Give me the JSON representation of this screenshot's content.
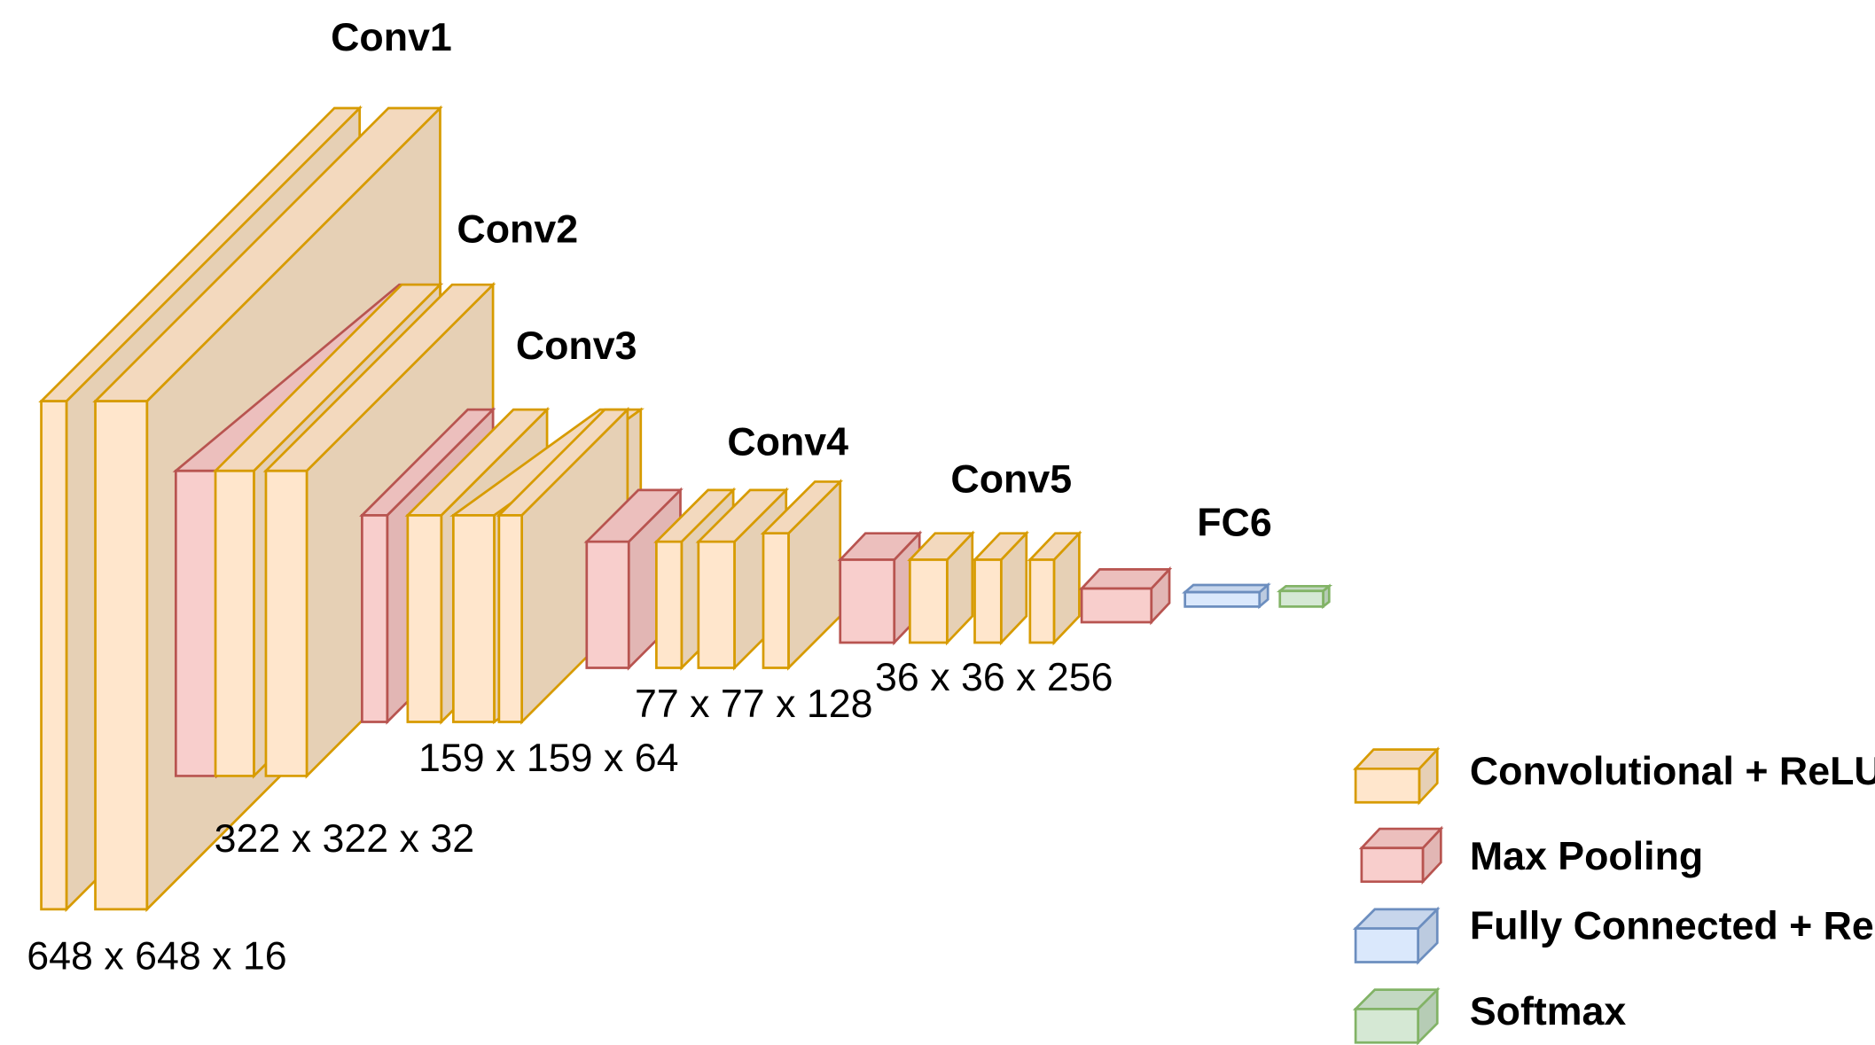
{
  "colors": {
    "conv": {
      "front": "#ffe6cc",
      "top": "#f3d9be",
      "side": "#e6d0b5",
      "stroke": "#d79b00"
    },
    "pool": {
      "front": "#f8cecc",
      "top": "#ecbfbd",
      "side": "#e2b6b4",
      "stroke": "#b85450"
    },
    "fc": {
      "front": "#dae8fc",
      "top": "#c7d6ec",
      "side": "#bccbe0",
      "stroke": "#6c8ebf"
    },
    "softmax": {
      "front": "#d5e8d4",
      "top": "#c3d8c2",
      "side": "#b6ccb5",
      "stroke": "#82b366"
    }
  },
  "stages": [
    {
      "name": "Conv1",
      "dims": "648 x 648 x 16"
    },
    {
      "name": "Conv2",
      "dims": "322 x 322 x 32"
    },
    {
      "name": "Conv3",
      "dims": "159 x 159 x 64"
    },
    {
      "name": "Conv4",
      "dims": "77 x 77 x 128"
    },
    {
      "name": "Conv5",
      "dims": "36 x 36 x 256"
    },
    {
      "name": "FC6",
      "dims": ""
    }
  ],
  "layers": [
    {
      "type": "conv"
    },
    {
      "type": "conv"
    },
    {
      "type": "pool"
    },
    {
      "type": "conv"
    },
    {
      "type": "conv"
    },
    {
      "type": "pool"
    },
    {
      "type": "conv"
    },
    {
      "type": "conv"
    },
    {
      "type": "conv"
    },
    {
      "type": "pool"
    },
    {
      "type": "conv"
    },
    {
      "type": "conv"
    },
    {
      "type": "conv"
    },
    {
      "type": "pool"
    },
    {
      "type": "conv"
    },
    {
      "type": "conv"
    },
    {
      "type": "conv"
    },
    {
      "type": "pool"
    },
    {
      "type": "fc"
    },
    {
      "type": "softmax"
    }
  ],
  "legend": [
    {
      "type": "conv",
      "label": "Convolutional + ReLU"
    },
    {
      "type": "pool",
      "label": "Max Pooling"
    },
    {
      "type": "fc",
      "label": "Fully Connected + ReLU"
    },
    {
      "type": "softmax",
      "label": "Softmax"
    }
  ]
}
